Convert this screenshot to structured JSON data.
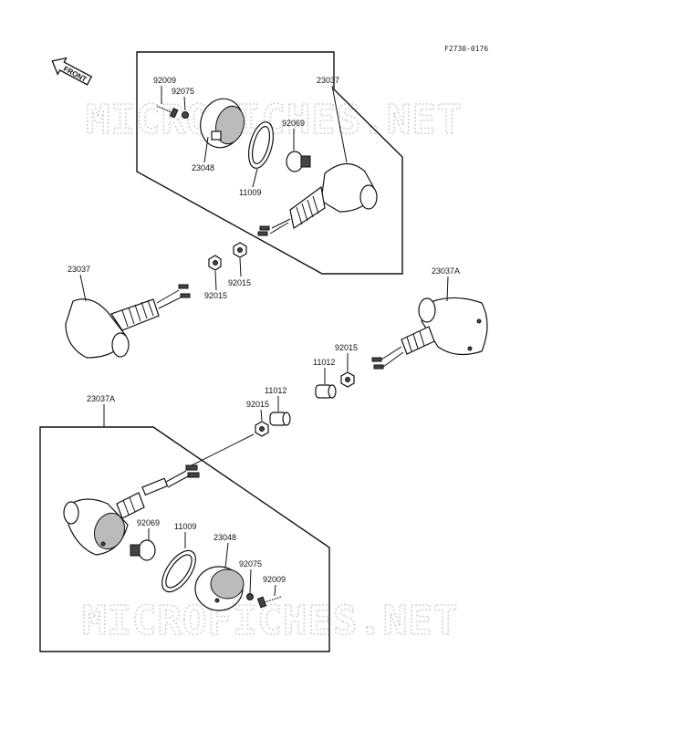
{
  "figure_code": "F2730-0176",
  "front_label": "FRONT",
  "watermark": "MICROFICHES.NET",
  "labels": {
    "top_92009": "92009",
    "top_92075": "92075",
    "top_23037": "23037",
    "top_92069": "92069",
    "top_23048": "23048",
    "top_11009": "11009",
    "nut_92015_a": "92015",
    "nut_92015_b": "92015",
    "left_23037": "23037",
    "right_23037A": "23037A",
    "right_92015": "92015",
    "right_11012": "11012",
    "mid_11012": "11012",
    "mid_92015": "92015",
    "bot_23037A": "23037A",
    "bot_92069": "92069",
    "bot_11009": "11009",
    "bot_23048": "23048",
    "bot_92075": "92075",
    "bot_92009": "92009"
  }
}
